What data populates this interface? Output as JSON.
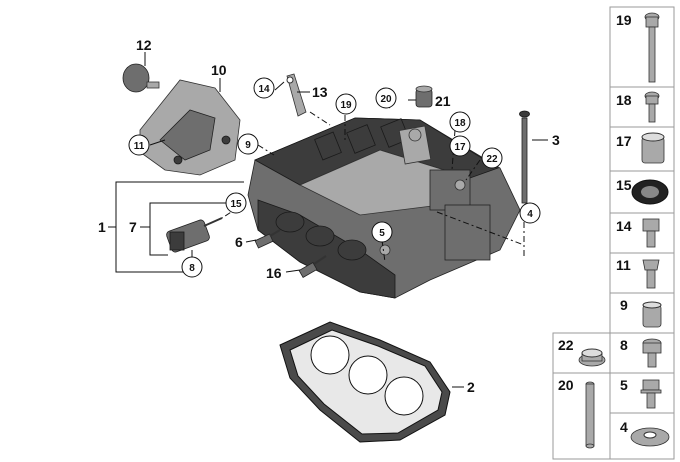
{
  "callouts": {
    "c1": "1",
    "c2": "2",
    "c3": "3",
    "c6": "6",
    "c7": "7",
    "c10": "10",
    "c12": "12",
    "c13": "13",
    "c16": "16",
    "c21": "21"
  },
  "circled": {
    "c4": "4",
    "c5": "5",
    "c8": "8",
    "c9": "9",
    "c11": "11",
    "c14": "14",
    "c15": "15",
    "c17": "17",
    "c18": "18",
    "c19": "19",
    "c20": "20",
    "c22": "22"
  },
  "panel": {
    "p19": "19",
    "p18": "18",
    "p17": "17",
    "p15": "15",
    "p14": "14",
    "p11": "11",
    "p9": "9",
    "p8": "8",
    "p5": "5",
    "p4": "4",
    "p22": "22",
    "p20": "20"
  },
  "parts": [
    {
      "icon": "bolt-long-icon"
    },
    {
      "icon": "bolt-short-icon"
    },
    {
      "icon": "sleeve-icon"
    },
    {
      "icon": "seal-ring-icon"
    },
    {
      "icon": "hex-bolt-icon"
    },
    {
      "icon": "stud-bolt-icon"
    },
    {
      "icon": "bushing-icon"
    },
    {
      "icon": "torx-bolt-icon"
    },
    {
      "icon": "flange-bolt-icon"
    },
    {
      "icon": "washer-icon"
    },
    {
      "icon": "plug-icon"
    },
    {
      "icon": "dowel-pin-icon"
    }
  ]
}
